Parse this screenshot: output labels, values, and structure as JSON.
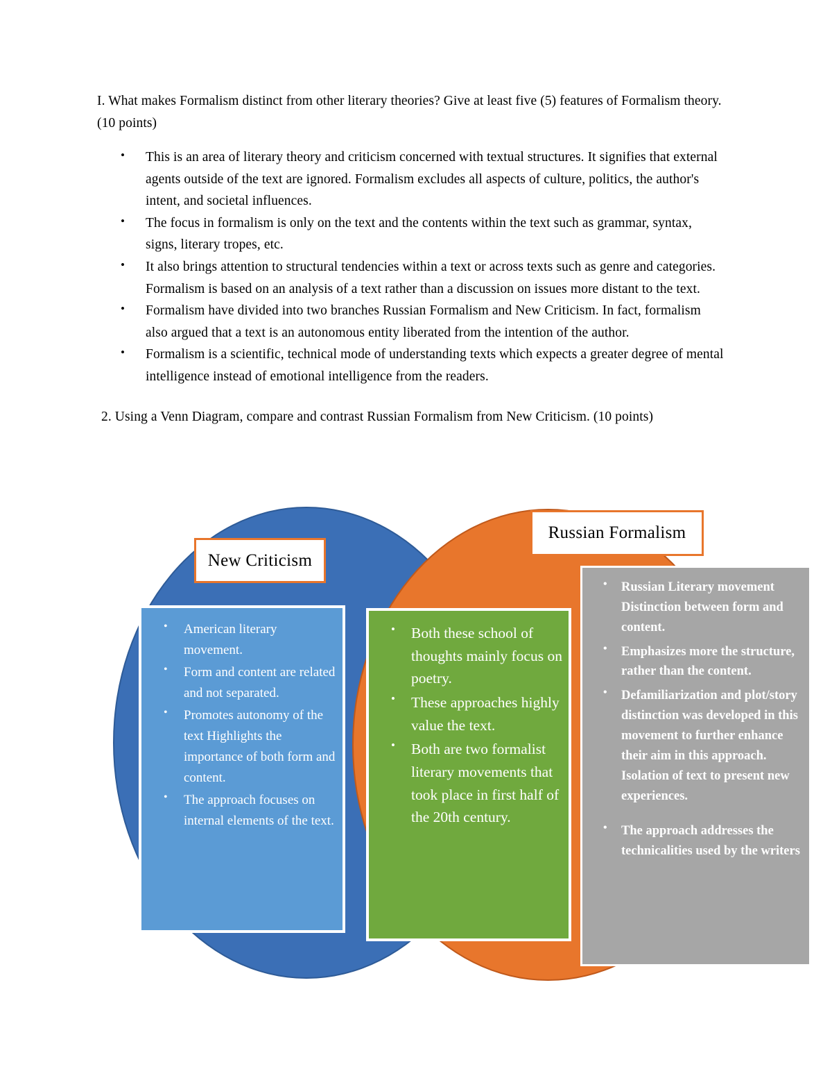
{
  "document": {
    "question_1": "I. What makes Formalism distinct from other literary theories? Give at least five (5) features of Formalism theory. (10 points)",
    "question_1_bullets": [
      "This is an area of literary theory and criticism concerned with textual structures. It signifies that external agents outside of the text are ignored. Formalism excludes all aspects of culture, politics, the author's intent, and societal influences.",
      "The focus in formalism is only on the text and the contents within the text such as grammar, syntax, signs, literary tropes, etc.",
      "It also brings attention to structural tendencies within a text or across texts such as genre and categories. Formalism is based on an analysis of a text rather than a discussion on issues more distant to the text.",
      "Formalism have divided into two branches Russian Formalism and New Criticism. In fact, formalism also argued that a text is an autonomous entity liberated from the intention of the author.",
      "Formalism is a scientific, technical mode of understanding texts which expects a greater degree of mental intelligence instead of emotional intelligence from the readers."
    ],
    "question_2": " 2. Using a Venn Diagram, compare and contrast Russian Formalism from New Criticism. (10 points)"
  },
  "venn": {
    "left_title": "New Criticism",
    "right_title": "Russian Formalism",
    "colors": {
      "left_circle": "#3B6FB6",
      "right_circle": "#E8762C",
      "left_panel": "#5B9BD5",
      "overlap_panel": "#70A93E",
      "right_panel": "#A6A6A6",
      "title_border": "#E8762C"
    },
    "left_items": [
      "American literary movement.",
      "Form and content are related and not separated.",
      " Promotes autonomy of the text Highlights the importance of both form and content.",
      "The approach focuses on internal elements of the text."
    ],
    "overlap_items": [
      "Both these school of thoughts mainly focus on poetry.",
      "These approaches highly value the text.",
      "Both are two formalist literary movements that took place in first half of the 20th century."
    ],
    "right_items": [
      "Russian Literary movement Distinction between form and content.",
      "Emphasizes more the structure, rather than the content.",
      "Defamiliarization and plot/story distinction was developed in this movement to further enhance their aim in this approach. Isolation of text to present new experiences.",
      "The approach addresses the technicalities used by the writers"
    ]
  }
}
